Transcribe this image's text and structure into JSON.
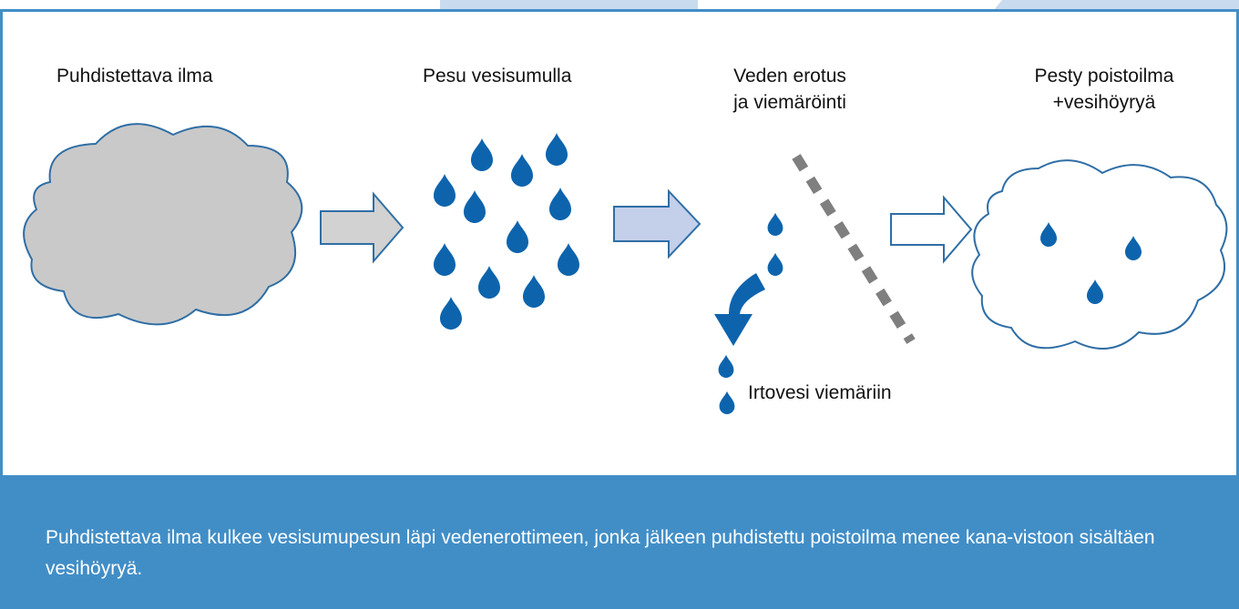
{
  "colors": {
    "frame": "#418ec7",
    "tab": "#c9dbef",
    "drop": "#0d64ad",
    "cloud_gray": "#c9c9c9",
    "cloud_outline": "#2f6ea5",
    "arrow_gray": "#d2d2d2",
    "arrow_blue": "#c4cfea",
    "separator": "#7f7f7f",
    "caption_bg": "#418ec7",
    "caption_text": "#ffffff"
  },
  "labels": {
    "stage1": "Puhdistettava ilma",
    "stage2": "Pesu vesisumulla",
    "stage3_line1": "Veden erotus",
    "stage3_line2": "ja viemäröinti",
    "stage4_line1": "Pesty poistoilma",
    "stage4_line2": "+vesihöyryä",
    "drain": "Irtovesi viemäriin"
  },
  "caption": "Puhdistettava ilma kulkee vesisumupesun läpi vedenerottimeen, jonka jälkeen puhdistettu poistoilma menee kana-vistoon sisältäen vesihöyryä.",
  "icons": [
    "gray-cloud-icon",
    "water-drop-icon",
    "right-arrow-icon",
    "curved-arrow-icon",
    "separator-line-icon",
    "white-cloud-icon"
  ]
}
